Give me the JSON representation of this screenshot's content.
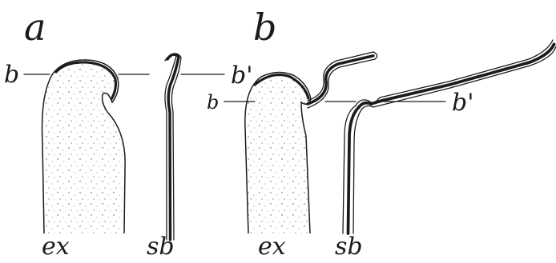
{
  "panels": [
    {
      "letter": "a",
      "level_left": "b",
      "level_right": "b'",
      "structure_left": "ex",
      "structure_right": "sb"
    },
    {
      "letter": "b",
      "level_left": "b",
      "level_right": "b'",
      "structure_left": "ex",
      "structure_right": "sb"
    }
  ],
  "colors": {
    "ink": "#1b1b1b",
    "background": "#ffffff"
  }
}
